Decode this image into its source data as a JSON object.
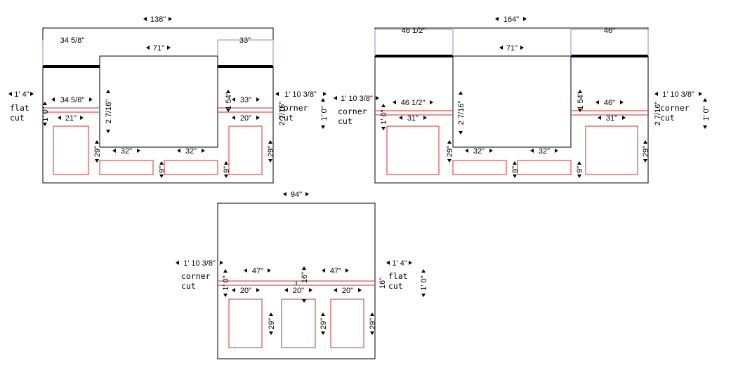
{
  "views": [
    {
      "name": "view-left",
      "labels": {
        "total_width": "138\"",
        "top_left_lav": "34 5/8\"",
        "top_right_lav": "33\"",
        "center_width": "71\"",
        "left_section": "34 5/8\"",
        "right_section": "33\"",
        "left_overhang": "1' 4\"",
        "right_overhang": "1' 10 3/8\"",
        "left_edge_height": "1' 0\"",
        "center_height": "2 7/16\"",
        "right_inner_height": "1 54\"",
        "right_edge_height": "1' 0\"",
        "left_edge_text": "flat cut",
        "right_edge_text": "corner cut",
        "left_cab_width": "21\"",
        "right_cab_width": "20\"",
        "drawer_left_width": "32\"",
        "drawer_right_width": "32\"",
        "cab_height_left": "29\"",
        "cab_height_right": "29\"",
        "drawer_height_left": "9\"",
        "drawer_height_right": "9\""
      }
    },
    {
      "name": "view-right",
      "labels": {
        "total_width": "164\"",
        "top_left_lav": "46 1/2\"",
        "top_right_lav": "46\"",
        "center_width": "71\"",
        "left_section": "46 1/2\"",
        "right_section": "46\"",
        "left_overhang": "1' 10 3/8\"",
        "right_overhang": "1' 10 3/8\"",
        "left_edge_height": "1' 0\"",
        "center_height": "2 7/16\"",
        "right_inner_height": "1 54\"",
        "right_edge_height": "1' 0\"",
        "left_edge_text": "corner cut",
        "right_edge_text": "corner cut",
        "left_cab_width": "31\"",
        "right_cab_width": "31\"",
        "drawer_left_width": "32\"",
        "drawer_right_width": "32\"",
        "cab_height_left": "29\"",
        "cab_height_right": "29\"",
        "drawer_height_left": "9\"",
        "drawer_height_right": "9\""
      }
    },
    {
      "name": "view-bottom",
      "labels": {
        "total_width": "94\"",
        "left_top": "47\"",
        "right_top": "47\"",
        "center_height": "16\"",
        "left_overhang": "1' 10 3/8\"",
        "right_overhang": "1' 4\"",
        "left_edge_text": "corner cut",
        "right_edge_text": "flat cut",
        "left_edge_height": "1' 0\"",
        "right_edge_height": "1' 0\"",
        "cab1_width": "20\"",
        "cab2_width": "20\"",
        "cab3_width": "20\"",
        "cab1_height": "29\"",
        "cab2_height": "29\"",
        "cab3_height": "29\""
      }
    }
  ]
}
